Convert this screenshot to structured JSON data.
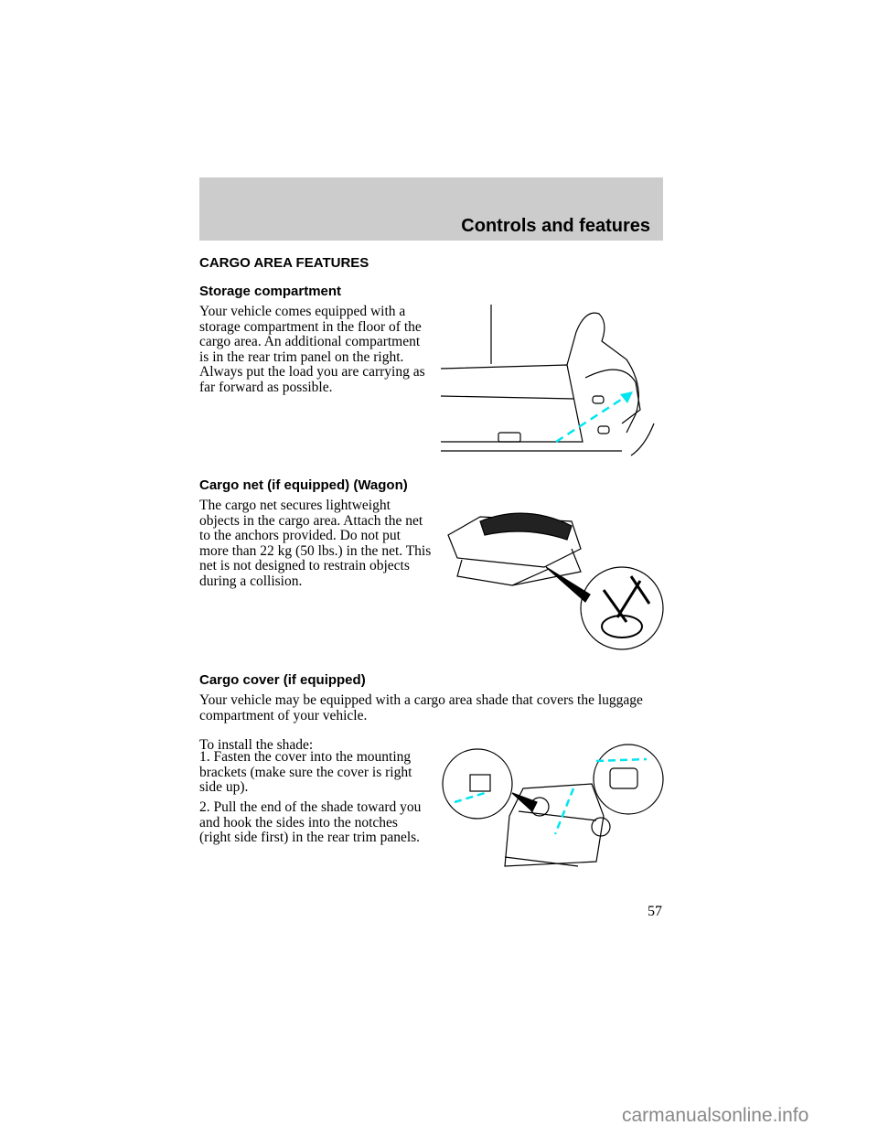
{
  "header": {
    "section_title": "Controls and features"
  },
  "heading": "CARGO AREA FEATURES",
  "sections": [
    {
      "title": "Storage compartment",
      "paragraphs": [
        "Your vehicle comes equipped with a storage compartment in the floor of the cargo area. An additional compartment is in the rear trim panel on the right. Always put the load you are carrying as far forward as possible."
      ]
    },
    {
      "title": "Cargo net (if equipped) (Wagon)",
      "paragraphs": [
        "The cargo net secures lightweight objects in the cargo area. Attach the net to the anchors provided. Do not put more than 22 kg (50 lbs.) in the net. This net is not designed to restrain objects during a collision."
      ]
    },
    {
      "title": "Cargo cover (if equipped)",
      "paragraphs": [
        "Your vehicle may be equipped with a cargo area shade that covers the luggage compartment of your vehicle.",
        "To install the shade:",
        "1. Fasten the cover into the mounting brackets (make sure the cover is right side up).",
        "2. Pull the end of the shade toward you and hook the sides into the notches (right side first) in the rear trim panels."
      ]
    }
  ],
  "page_number": "57",
  "watermark": "carmanualsonline.info",
  "colors": {
    "header_bg": "#cccccc",
    "arrow": "#00e5f0"
  }
}
